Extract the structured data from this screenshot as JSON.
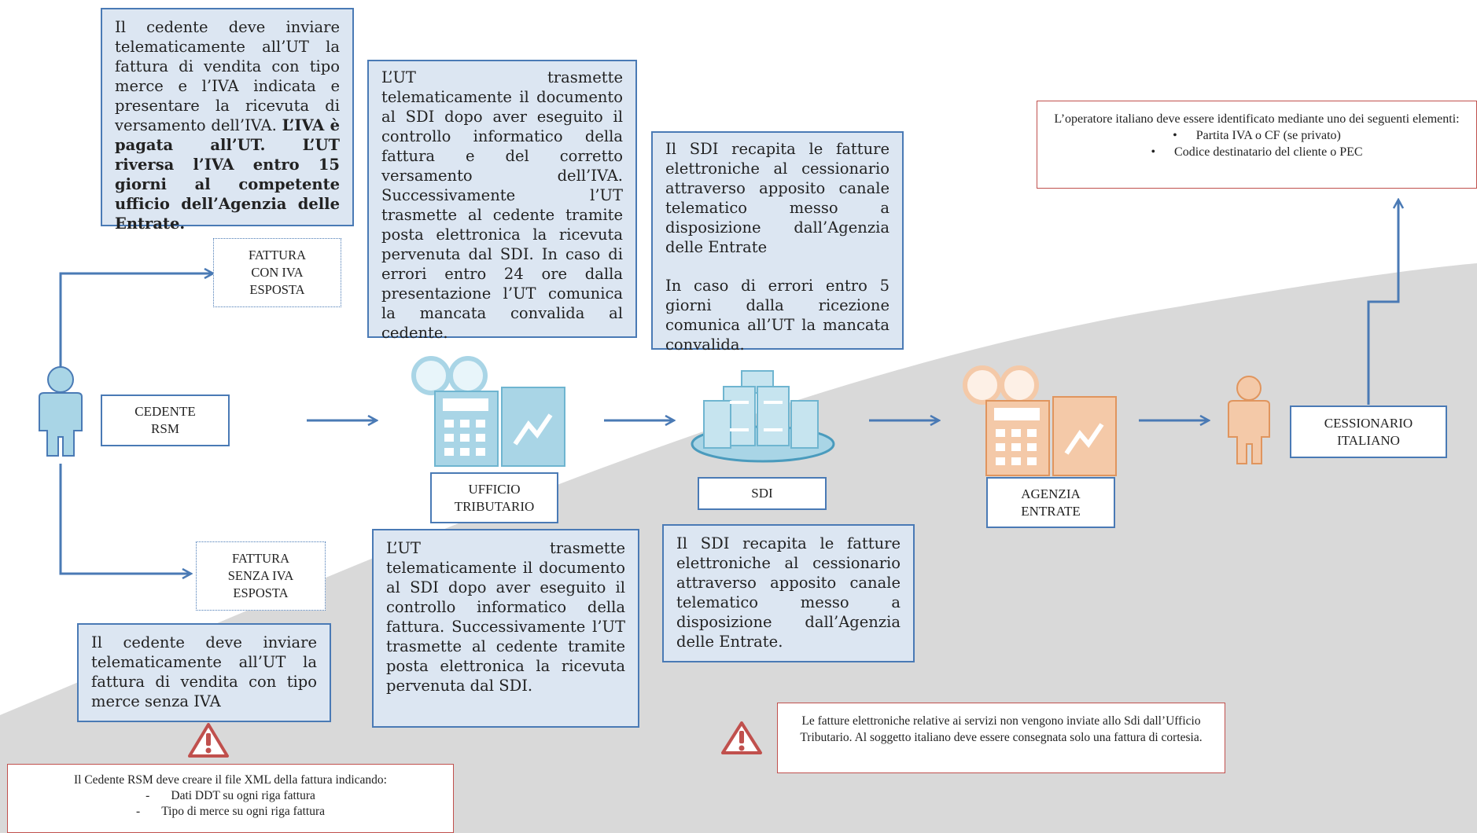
{
  "colors": {
    "accent_blue": "#4a7ab5",
    "note_fill": "#dce6f2",
    "warning_red": "#c0504d",
    "orange": "#e9a97e",
    "light_blue_icon": "#a9d5e6",
    "gray_area": "#d8d8d8"
  },
  "note_top_left": {
    "text_a": "Il cedente deve inviare telematicamente all’UT la fattura di vendita con tipo merce e l’IVA indicata e presentare la ricevuta di versamento dell’IVA.",
    "text_b": "L’IVA è pagata all’UT. L’UT riversa l’IVA entro 15 giorni al competente ufficio dell’Agenzia delle Entrate."
  },
  "note_ut_top": "L’UT trasmette telematicamente il documento al SDI dopo aver eseguito il controllo informatico della fattura e del corretto versamento dell’IVA. Successivamente l’UT trasmette al cedente tramite posta elettronica la ricevuta pervenuta dal SDI. In caso di errori entro 24 ore dalla presentazione l’UT comunica la mancata convalida al cedente.",
  "note_sdi_top": {
    "p1": "Il SDI recapita le fatture elettroniche al cessionario attraverso apposito canale telematico messo a disposizione dall’Agenzia delle Entrate",
    "p2": "In caso di errori entro 5 giorni dalla ricezione comunica all’UT la mancata convalida."
  },
  "note_operator": {
    "title": "L’operatore italiano deve essere identificato mediante uno dei seguenti elementi:",
    "bullets": [
      "Partita IVA o CF (se privato)",
      "Codice destinatario del cliente o PEC"
    ]
  },
  "tag_with_vat": [
    "FATTURA",
    "CON IVA",
    "ESPOSTA"
  ],
  "tag_without_vat": [
    "FATTURA",
    "SENZA IVA",
    "ESPOSTA"
  ],
  "label_cedente": [
    "CEDENTE",
    "RSM"
  ],
  "label_ut": [
    "UFFICIO",
    "TRIBUTARIO"
  ],
  "label_sdi": "SDI",
  "label_agenzia": [
    "AGENZIA",
    "ENTRATE"
  ],
  "label_cessionario": [
    "CESSIONARIO",
    "ITALIANO"
  ],
  "note_bottom_left": "Il cedente deve inviare telematicamente all’UT la fattura di vendita con tipo merce senza IVA",
  "note_ut_bottom": "L’UT trasmette telematicamente il documento al SDI dopo aver eseguito il controllo informatico della fattura. Successivamente l’UT trasmette al cedente tramite posta elettronica la ricevuta pervenuta dal SDI.",
  "note_sdi_bottom": "Il SDI recapita le fatture elettroniche al cessionario attraverso apposito canale telematico messo a disposizione dall’Agenzia delle Entrate.",
  "warn_xml": {
    "title": "Il Cedente RSM deve creare il file XML della fattura indicando:",
    "items": [
      "Dati DDT su ogni riga fattura",
      "Tipo di merce su ogni riga fattura"
    ]
  },
  "warn_services": "Le fatture elettroniche relative ai servizi non vengono inviate allo Sdi dall’Ufficio Tributario. Al soggetto italiano deve essere consegnata solo una fattura di cortesia."
}
